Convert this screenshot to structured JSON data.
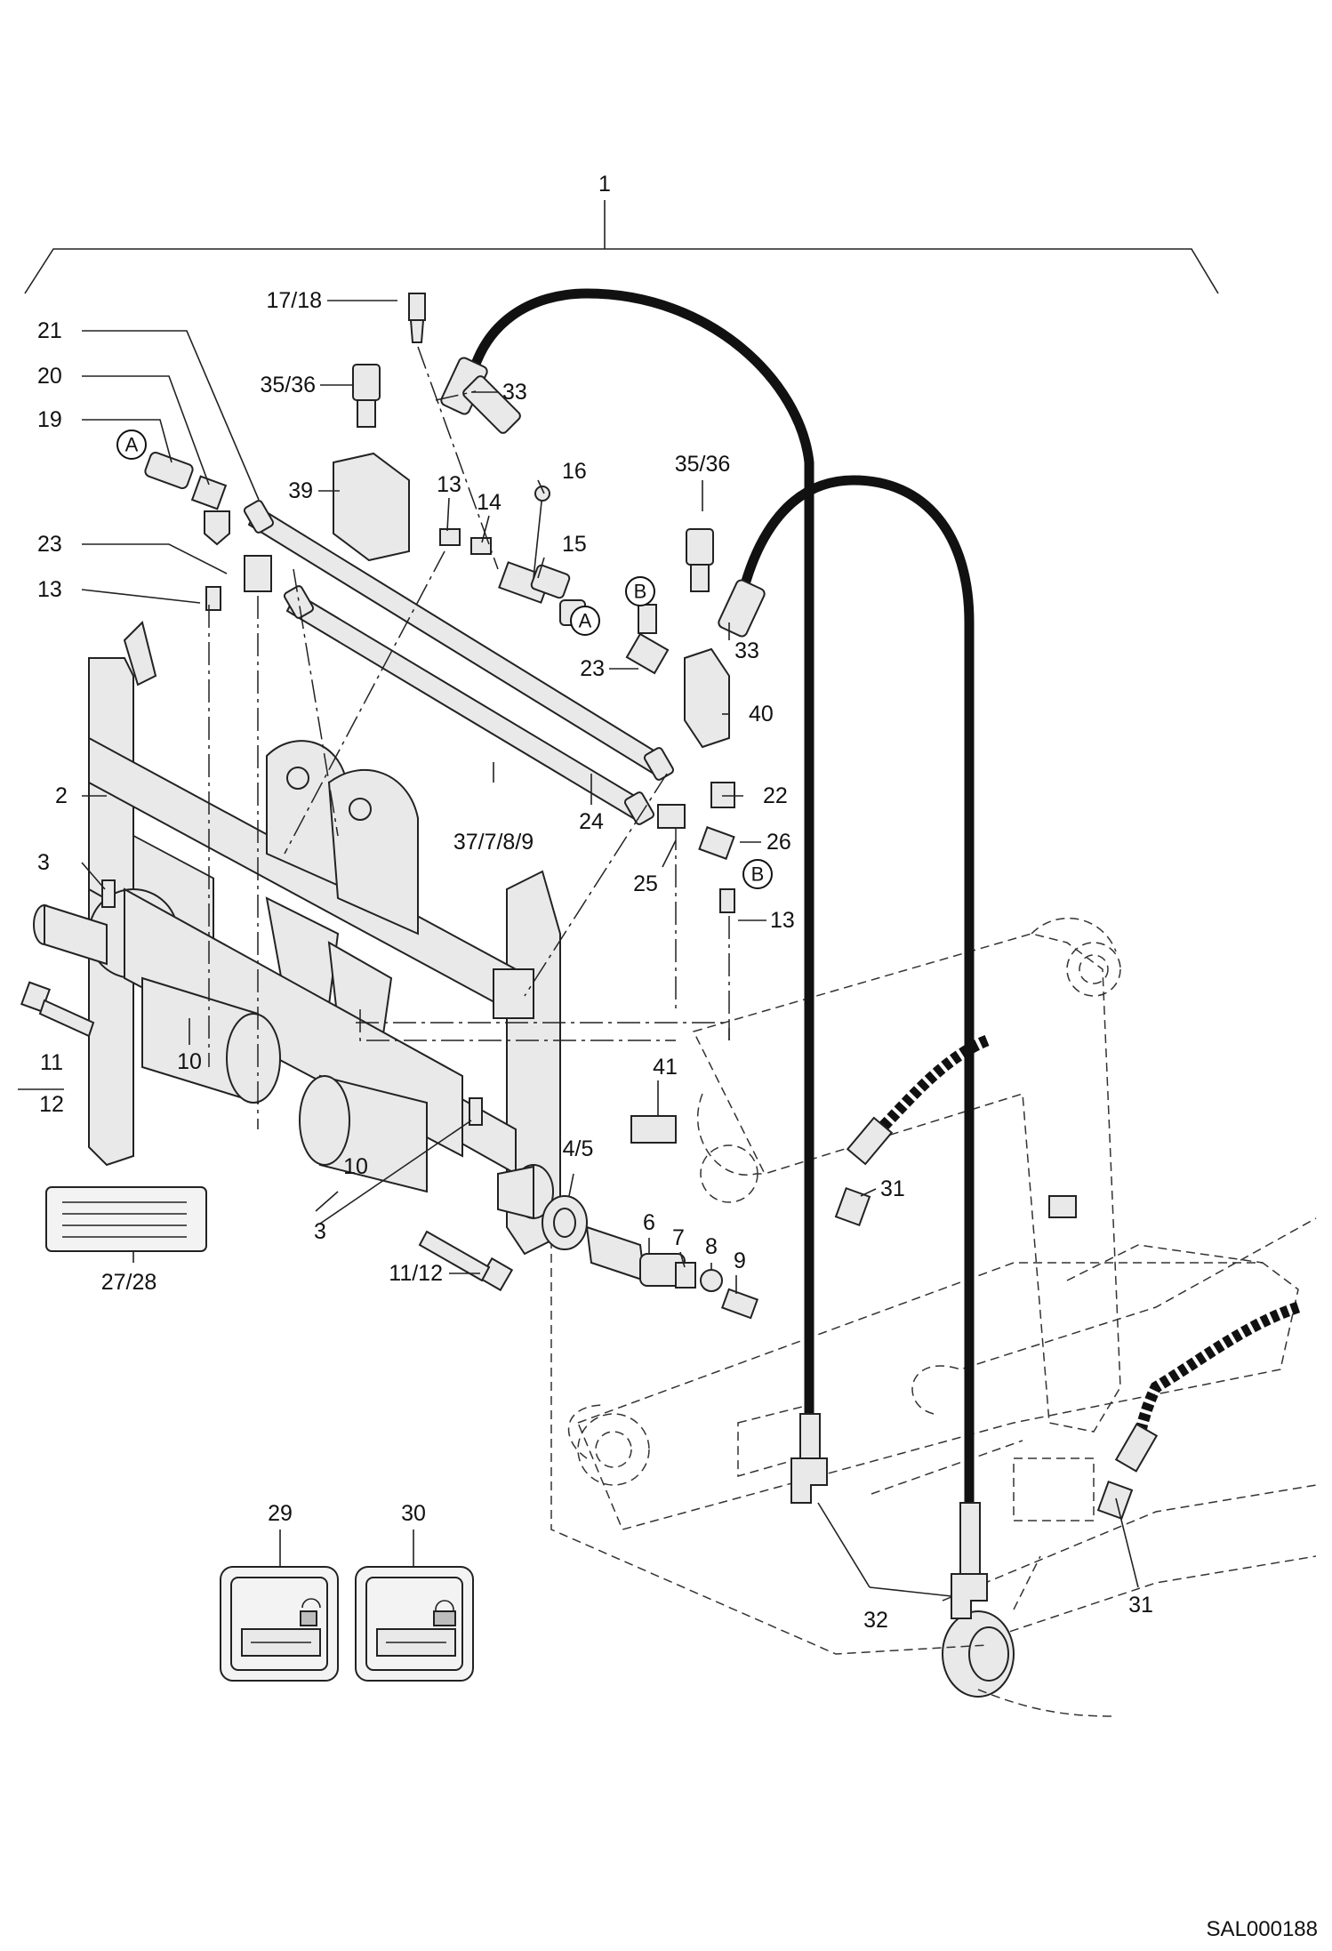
{
  "diagram": {
    "callouts": {
      "c1": "1",
      "c17_18": "17/18",
      "c21": "21",
      "c20": "20",
      "c19": "19",
      "c35_36a": "35/36",
      "c33a": "33",
      "c39": "39",
      "c13a": "13",
      "c14": "14",
      "c16": "16",
      "c15": "15",
      "c35_36b": "35/36",
      "c23a": "23",
      "c13b": "13",
      "c33b": "33",
      "c23b": "23",
      "c40": "40",
      "c2": "2",
      "c24": "24",
      "c37_7_8_9": "37/7/8/9",
      "c22": "22",
      "c26": "26",
      "c25": "25",
      "c13c": "13",
      "c3a": "3",
      "c11": "11",
      "c12": "12",
      "c10a": "10",
      "c41": "41",
      "c31a": "31",
      "c10b": "10",
      "c4_5": "4/5",
      "c3b": "3",
      "c6": "6",
      "c7": "7",
      "c8": "8",
      "c9": "9",
      "c27_28": "27/28",
      "c11_12": "11/12",
      "c29": "29",
      "c30": "30",
      "c32": "32",
      "c31b": "31"
    },
    "ref_markers": {
      "a1": "A",
      "a2": "A",
      "b1": "B",
      "b2": "B"
    },
    "document_id": "SAL000188"
  }
}
